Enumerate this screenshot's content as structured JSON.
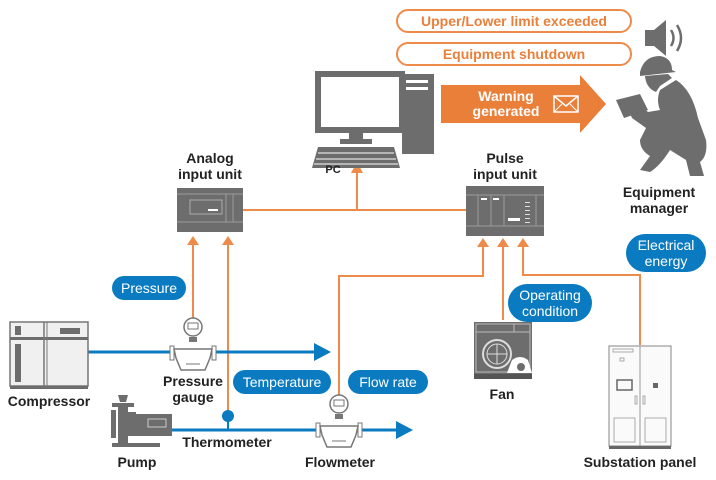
{
  "alerts": {
    "limit_exceeded": "Upper/Lower limit exceeded",
    "shutdown": "Equipment shutdown",
    "warning_line1": "Warning",
    "warning_line2": "generated"
  },
  "nodes": {
    "pc": "PC",
    "analog_line1": "Analog",
    "analog_line2": "input unit",
    "pulse_line1": "Pulse",
    "pulse_line2": "input unit",
    "manager_line1": "Equipment",
    "manager_line2": "manager",
    "compressor": "Compressor",
    "pressure_gauge_line1": "Pressure",
    "pressure_gauge_line2": "gauge",
    "pump": "Pump",
    "thermometer": "Thermometer",
    "flowmeter": "Flowmeter",
    "fan": "Fan",
    "substation": "Substation panel"
  },
  "signals": {
    "pressure": "Pressure",
    "temperature": "Temperature",
    "flow_rate": "Flow rate",
    "operating_line1": "Operating",
    "operating_line2": "condition",
    "electrical_line1": "Electrical",
    "electrical_line2": "energy"
  },
  "colors": {
    "signal_line": "#ee8a4a",
    "pipe": "#0a7bc1",
    "equipment": "#6d6d6d",
    "warning": "#ea7f3a"
  }
}
